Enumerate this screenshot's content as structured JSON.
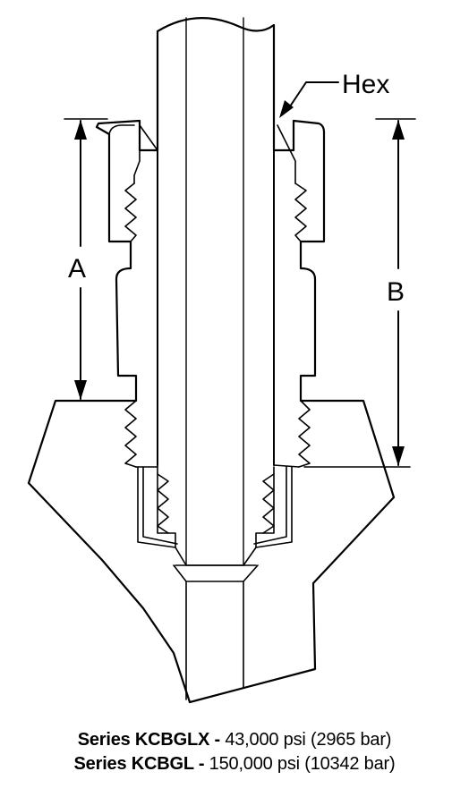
{
  "labels": {
    "hex": "Hex",
    "a": "A",
    "b": "B"
  },
  "captions": [
    {
      "series": "Series KCBGLX -",
      "rating": " 43,000 psi (2965 bar)"
    },
    {
      "series": "Series KCBGL -",
      "rating": " 150,000 psi (10342 bar)"
    }
  ]
}
